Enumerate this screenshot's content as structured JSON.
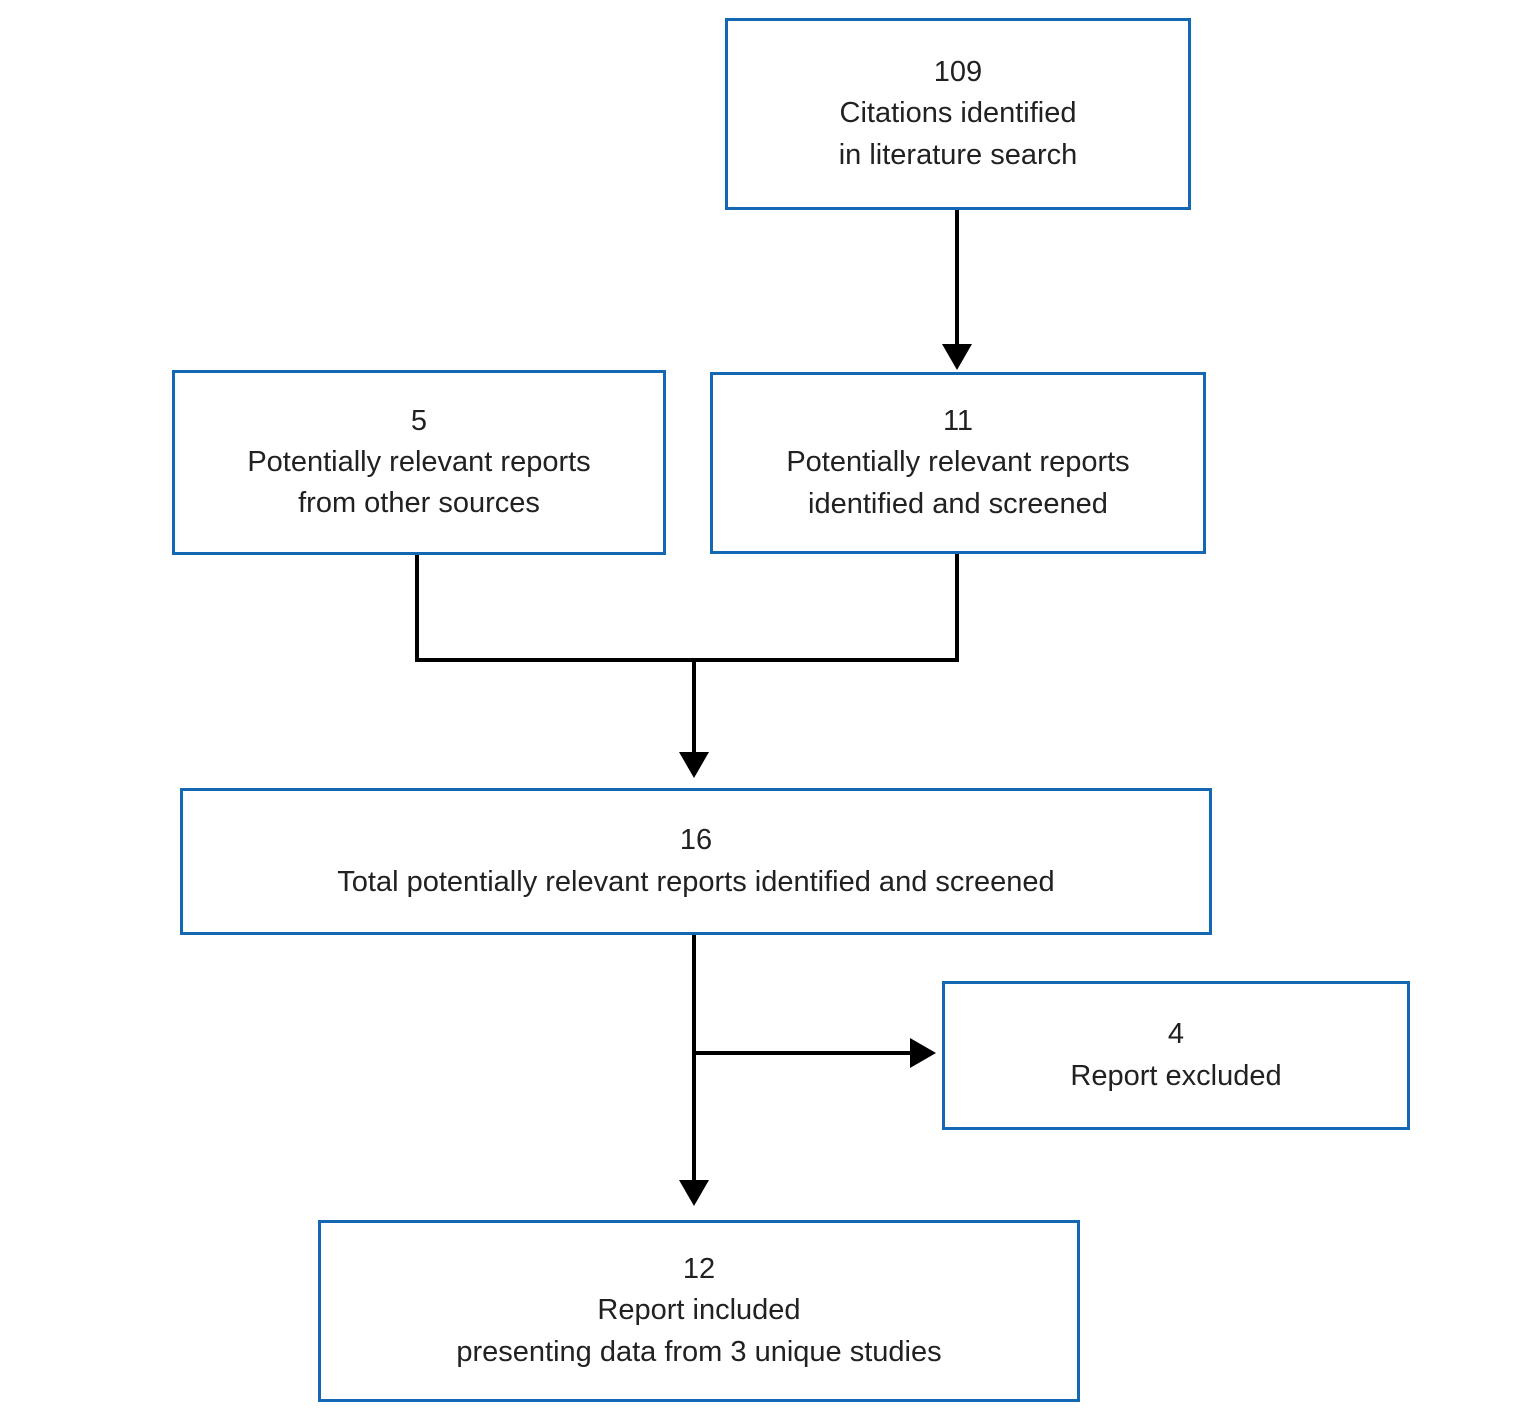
{
  "theme": {
    "accent_color": "#1467B2",
    "arrow_color": "#000000",
    "text_color": "#212121"
  },
  "boxes": {
    "citations": {
      "count": "109",
      "line1": "Citations identified",
      "line2": "in literature search"
    },
    "other_sources": {
      "count": "5",
      "line1": "Potentially relevant reports",
      "line2": "from other sources"
    },
    "screened": {
      "count": "11",
      "line1": "Potentially relevant reports",
      "line2": "identified and screened"
    },
    "total": {
      "count": "16",
      "line1": "Total potentially relevant reports identified and screened"
    },
    "excluded": {
      "count": "4",
      "line1": "Report excluded"
    },
    "included": {
      "count": "12",
      "line1": "Report included",
      "line2": "presenting data from 3 unique studies"
    }
  }
}
